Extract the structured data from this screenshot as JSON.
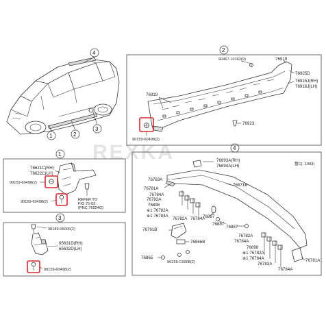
{
  "colors": {
    "highlight": "#d9262b",
    "line": "#333333",
    "watermark": "#c9c9c9"
  },
  "callouts": {
    "c1": "1",
    "c2": "2",
    "c3": "3",
    "c4": "4"
  },
  "watermark": "REXKA",
  "panel2": {
    "callout": "2",
    "labels": {
      "p90467": "90467-10162(9)",
      "p76919a": "76919",
      "p76925d": "76925D",
      "p76915j": "76915J(RH)",
      "p76916j": "76916J(LH)",
      "p76919b": "76919",
      "p76923": "76923",
      "p90159": "90159-60498(2)"
    }
  },
  "panel1": {
    "callout": "1",
    "labels": {
      "p76621c": "76621C(RH)",
      "p76622c": "76622C(LH)",
      "p90159a": "90159-60498(2)",
      "p90159b": "90159-60498(2)",
      "refer1": "REFER TO",
      "refer2": "FIG 75-03",
      "refer3": "(PNC 76924G)"
    }
  },
  "panel3": {
    "callout": "3",
    "labels": {
      "p90189": "90189-06006(2)",
      "p65631d": "65631D(RH)",
      "p65632d": "65632D(LH)",
      "p90159": "90159-60498(2)"
    }
  },
  "panel4": {
    "callout": "4",
    "corner": "管C(  -1003)",
    "labels": {
      "p76893a": "76893A(RH)",
      "p76894a": "76894A(LH)",
      "p76783a_t": "76783A",
      "p76781a_t": "76781A",
      "p76871b": "76871B",
      "p76784a_t": "76784A",
      "p76782a_t": "76782A",
      "p76898_t": "76898",
      "p76782a_t2": "※1 76782A",
      "p76784a_t2": "※1 76784A",
      "p76897": "76897",
      "p76784a_m": "76784A",
      "p76782a_m": "76782A",
      "p76887a": "76887",
      "p76887b": "76887",
      "p76791b": "76791B",
      "p76866b": "76866B",
      "p76865": "76865",
      "p90159": "90159-C0008(2)",
      "p76782a_b": "76782A",
      "p76784a_b": "76784A",
      "p76898_b": "76898",
      "p76782a_b2": "※1 76782A",
      "p76784a_b2": "※1 76784A",
      "p76783a_b": "76783A",
      "p76781a_b": "76781A",
      "p76784a_b3": "76784A"
    }
  }
}
